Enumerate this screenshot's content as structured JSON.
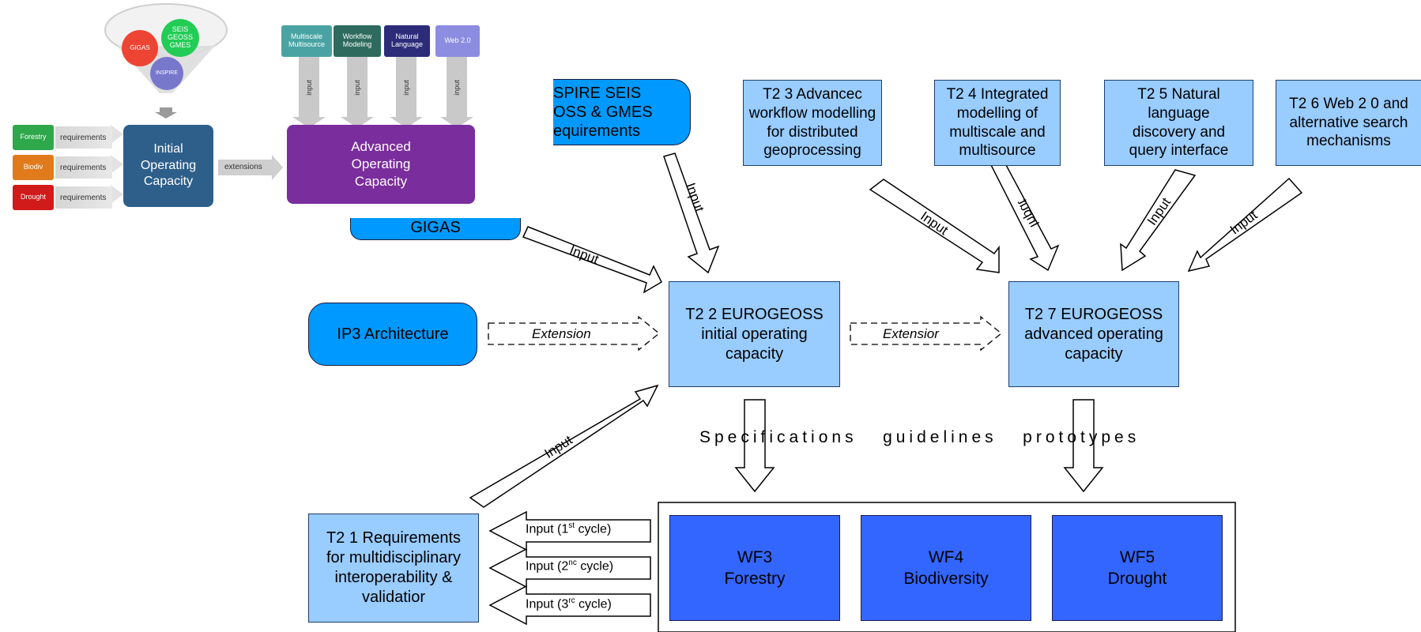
{
  "inset": {
    "funnel_items": [
      "GIGAS",
      "SEIS\nGEOSS\nGMES",
      "INSPIRE"
    ],
    "inputs": [
      "Multiscale\nMultisource",
      "Workflow\nModeling",
      "Natural\nLanguage",
      "Web 2.0"
    ],
    "input_label": "input",
    "rows": [
      {
        "name": "Forestry",
        "color": "#2ea84a",
        "req": "requirements"
      },
      {
        "name": "Biodiv",
        "color": "#e07a1a",
        "req": "requirements"
      },
      {
        "name": "Drought",
        "color": "#d11a1a",
        "req": "requirements"
      }
    ],
    "ioc": "Initial\nOperating\nCapacity",
    "extensions": "extensions",
    "aoc": "Advanced\nOperating\nCapacity"
  },
  "sources": {
    "inspire": "SPIRE  SEIS\nOSS & GMES\nequirements",
    "gigas": "GIGAS",
    "ip3": "IP3 Architecture"
  },
  "tasks": {
    "t23": "T2 3 Advancec\nworkflow modelling\nfor distributed\ngeoprocessing",
    "t24": "T2 4 Integrated\nmodelling of\nmultiscale and\nmultisource",
    "t25": "T2 5 Natural\nlanguage\ndiscovery and\nquery interface",
    "t26": "T2 6 Web 2 0 and\nalternative search\nmechanisms",
    "t22": "T2 2 EUROGEOSS\ninitial operating\ncapacity",
    "t27": "T2 7 EUROGEOSS\nadvanced operating\ncapacity",
    "t21": "T2 1 Requirements\nfor multidisciplinary\ninteroperability &\nvalidatior"
  },
  "arrows": {
    "input": "Input",
    "extension": "Extension",
    "extension2": "Extensior"
  },
  "spec_text": "Specifications   guidelines   prototypes",
  "cycles": [
    {
      "pre": "Input (1",
      "sup": "st",
      "post": " cycle)"
    },
    {
      "pre": "Input (2",
      "sup": "nc",
      "post": " cycle)"
    },
    {
      "pre": "Input (3",
      "sup": "rc",
      "post": " cycle)"
    }
  ],
  "workflows": [
    {
      "id": "WF3",
      "name": "Forestry"
    },
    {
      "id": "WF4",
      "name": "Biodiversity"
    },
    {
      "id": "WF5",
      "name": "Drought"
    }
  ]
}
